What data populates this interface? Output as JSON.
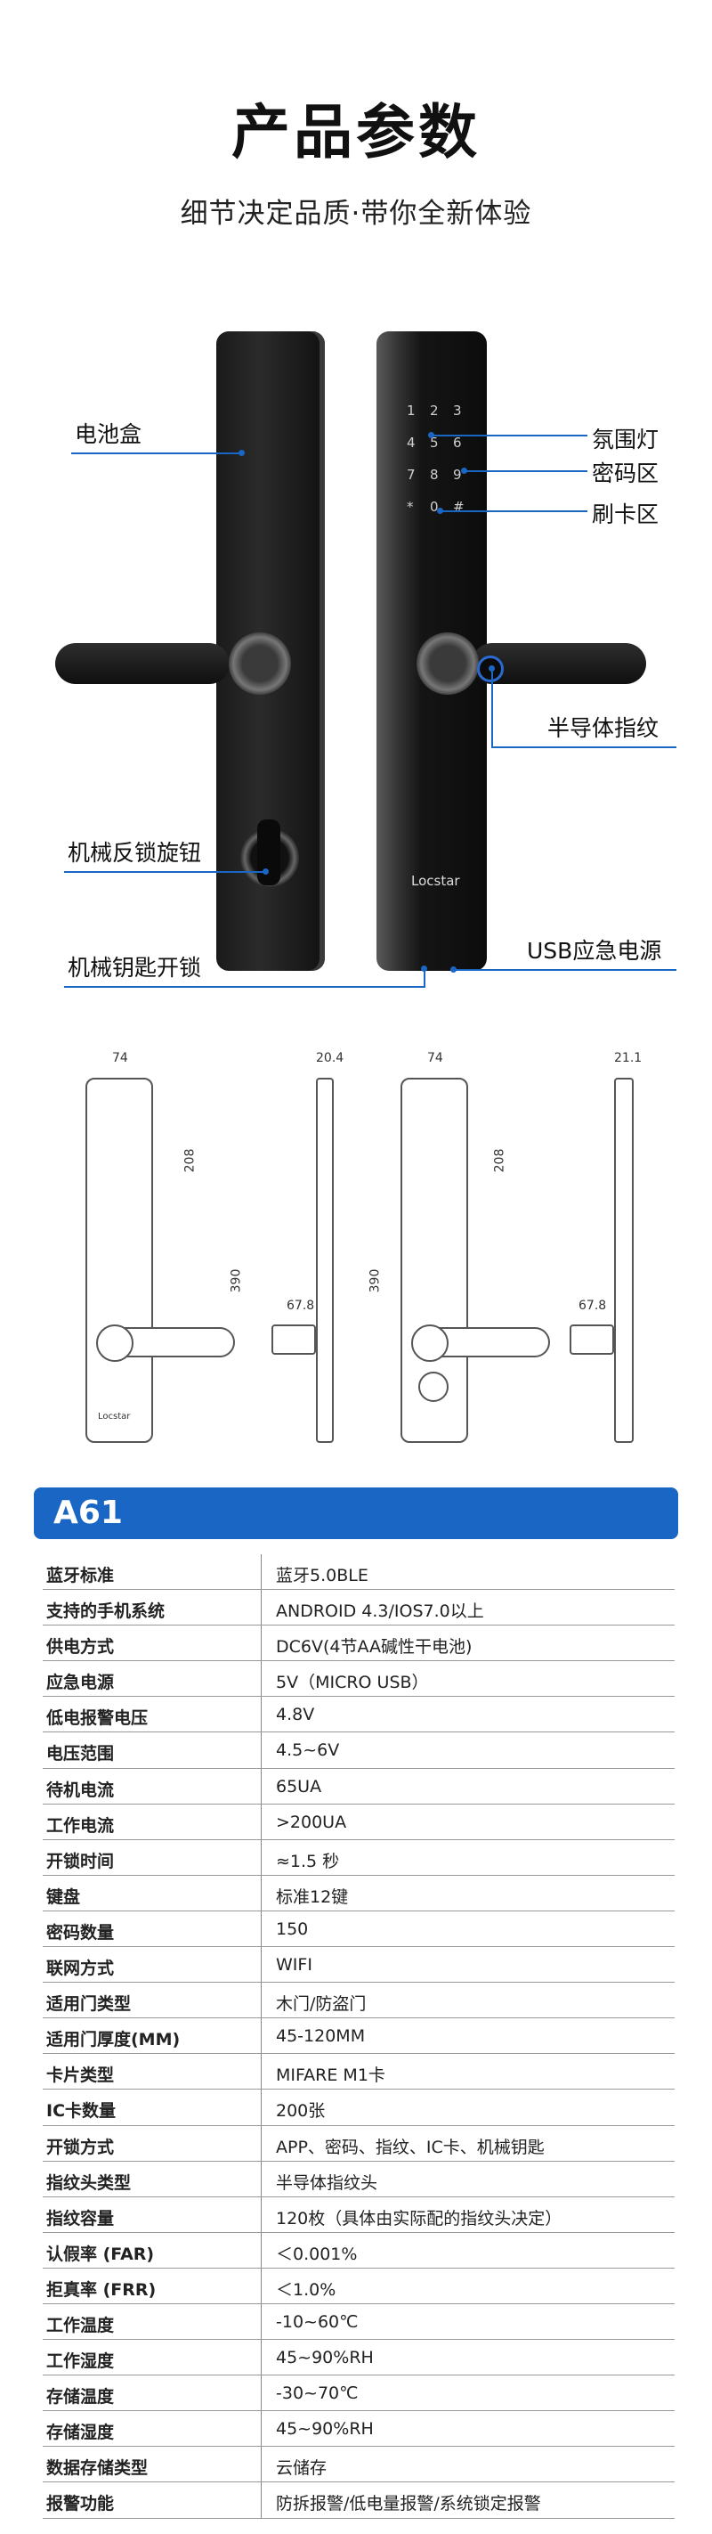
{
  "header": {
    "title": "产品参数",
    "subtitle": "细节决定品质·带你全新体验"
  },
  "photo": {
    "callouts": {
      "battery_box": "电池盒",
      "ambient_light": "氛围灯",
      "password_area": "密码区",
      "card_area": "刷卡区",
      "fingerprint": "半导体指纹",
      "thumb_knob": "机械反锁旋钮",
      "key_unlock": "机械钥匙开锁",
      "usb_power": "USB应急电源"
    },
    "keypad": [
      "1",
      "2",
      "3",
      "4",
      "5",
      "6",
      "7",
      "8",
      "9",
      "*",
      "0",
      "#"
    ],
    "brand": "Locstar"
  },
  "tech": {
    "width_left": "74",
    "depth_left": "20.4",
    "height_left": "208",
    "total_left": "390",
    "handle_left": "67.8",
    "width_right": "74",
    "depth_right": "21.1",
    "height_right": "208",
    "total_right": "390",
    "handle_right": "67.8",
    "brand": "Locstar"
  },
  "spec": {
    "model": "A61",
    "rows": [
      {
        "k": "蓝牙标准",
        "v": "蓝牙5.0BLE"
      },
      {
        "k": "支持的手机系统",
        "v": "ANDROID 4.3/IOS7.0以上"
      },
      {
        "k": "供电方式",
        "v": "DC6V(4节AA碱性干电池)"
      },
      {
        "k": "应急电源",
        "v": "5V（MICRO USB）"
      },
      {
        "k": "低电报警电压",
        "v": "4.8V"
      },
      {
        "k": "电压范围",
        "v": "4.5~6V"
      },
      {
        "k": "待机电流",
        "v": "65UA"
      },
      {
        "k": "工作电流",
        "v": ">200UA"
      },
      {
        "k": "开锁时间",
        "v": "≈1.5 秒"
      },
      {
        "k": "键盘",
        "v": "标准12键"
      },
      {
        "k": "密码数量",
        "v": "150"
      },
      {
        "k": "联网方式",
        "v": "WIFI"
      },
      {
        "k": "适用门类型",
        "v": "木门/防盗门"
      },
      {
        "k": "适用门厚度(MM)",
        "v": "45-120MM"
      },
      {
        "k": "卡片类型",
        "v": "MIFARE M1卡"
      },
      {
        "k": "IC卡数量",
        "v": "200张"
      },
      {
        "k": "开锁方式",
        "v": "APP、密码、指纹、IC卡、机械钥匙"
      },
      {
        "k": "指纹头类型",
        "v": "半导体指纹头"
      },
      {
        "k": "指纹容量",
        "v": "120枚（具体由实际配的指纹头决定）"
      },
      {
        "k": "认假率 (FAR)",
        "v": "＜0.001%"
      },
      {
        "k": "拒真率 (FRR)",
        "v": "＜1.0%"
      },
      {
        "k": "工作温度",
        "v": "-10~60℃"
      },
      {
        "k": "工作湿度",
        "v": "45~90%RH"
      },
      {
        "k": "存储温度",
        "v": "-30~70℃"
      },
      {
        "k": "存储湿度",
        "v": "45~90%RH"
      },
      {
        "k": "数据存储类型",
        "v": "云储存"
      },
      {
        "k": "报警功能",
        "v": "防拆报警/低电量报警/系统锁定报警"
      }
    ]
  },
  "colors": {
    "accent": "#1a66c4"
  }
}
